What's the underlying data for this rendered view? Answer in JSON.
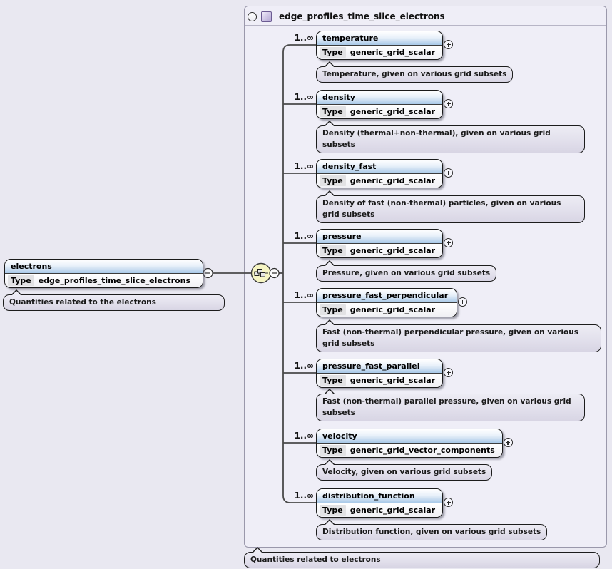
{
  "colors": {
    "page_bg": "#e9e8f1",
    "container_bg": "#efeef7",
    "element_header_blue": "#a9c9e8",
    "annotation_bg": "#e2e0ec",
    "compositor_circle_yellow": "#f6f5c3",
    "complex_type_icon_purple": "#b2a5d3",
    "connector_line": "#4a4a4a"
  },
  "diagram": {
    "container": {
      "title": "edge_profiles_time_slice_electrons",
      "footer_annotation": "Quantities related to electrons"
    },
    "root_element": {
      "name": "electrons",
      "type_label": "Type",
      "type_value": "edge_profiles_time_slice_electrons",
      "annotation": "Quantities related to the electrons"
    },
    "compositor": "sequence",
    "children": [
      {
        "occurrence": "1..∞",
        "name": "temperature",
        "type_label": "Type",
        "type_value": "generic_grid_scalar",
        "annotation": "Temperature, given on various grid subsets"
      },
      {
        "occurrence": "1..∞",
        "name": "density",
        "type_label": "Type",
        "type_value": "generic_grid_scalar",
        "annotation": "Density (thermal+non-thermal), given on various grid subsets"
      },
      {
        "occurrence": "1..∞",
        "name": "density_fast",
        "type_label": "Type",
        "type_value": "generic_grid_scalar",
        "annotation": "Density of fast (non-thermal) particles, given on various grid subsets"
      },
      {
        "occurrence": "1..∞",
        "name": "pressure",
        "type_label": "Type",
        "type_value": "generic_grid_scalar",
        "annotation": "Pressure, given on various grid subsets"
      },
      {
        "occurrence": "1..∞",
        "name": "pressure_fast_perpendicular",
        "type_label": "Type",
        "type_value": "generic_grid_scalar",
        "annotation": "Fast (non-thermal) perpendicular pressure, given on various grid subsets"
      },
      {
        "occurrence": "1..∞",
        "name": "pressure_fast_parallel",
        "type_label": "Type",
        "type_value": "generic_grid_scalar",
        "annotation": "Fast (non-thermal) parallel pressure, given on various grid subsets"
      },
      {
        "occurrence": "1..∞",
        "name": "velocity",
        "type_label": "Type",
        "type_value": "generic_grid_vector_components",
        "annotation": "Velocity, given on various grid subsets"
      },
      {
        "occurrence": "1..∞",
        "name": "distribution_function",
        "type_label": "Type",
        "type_value": "generic_grid_scalar",
        "annotation": "Distribution function, given on various grid subsets"
      }
    ]
  }
}
